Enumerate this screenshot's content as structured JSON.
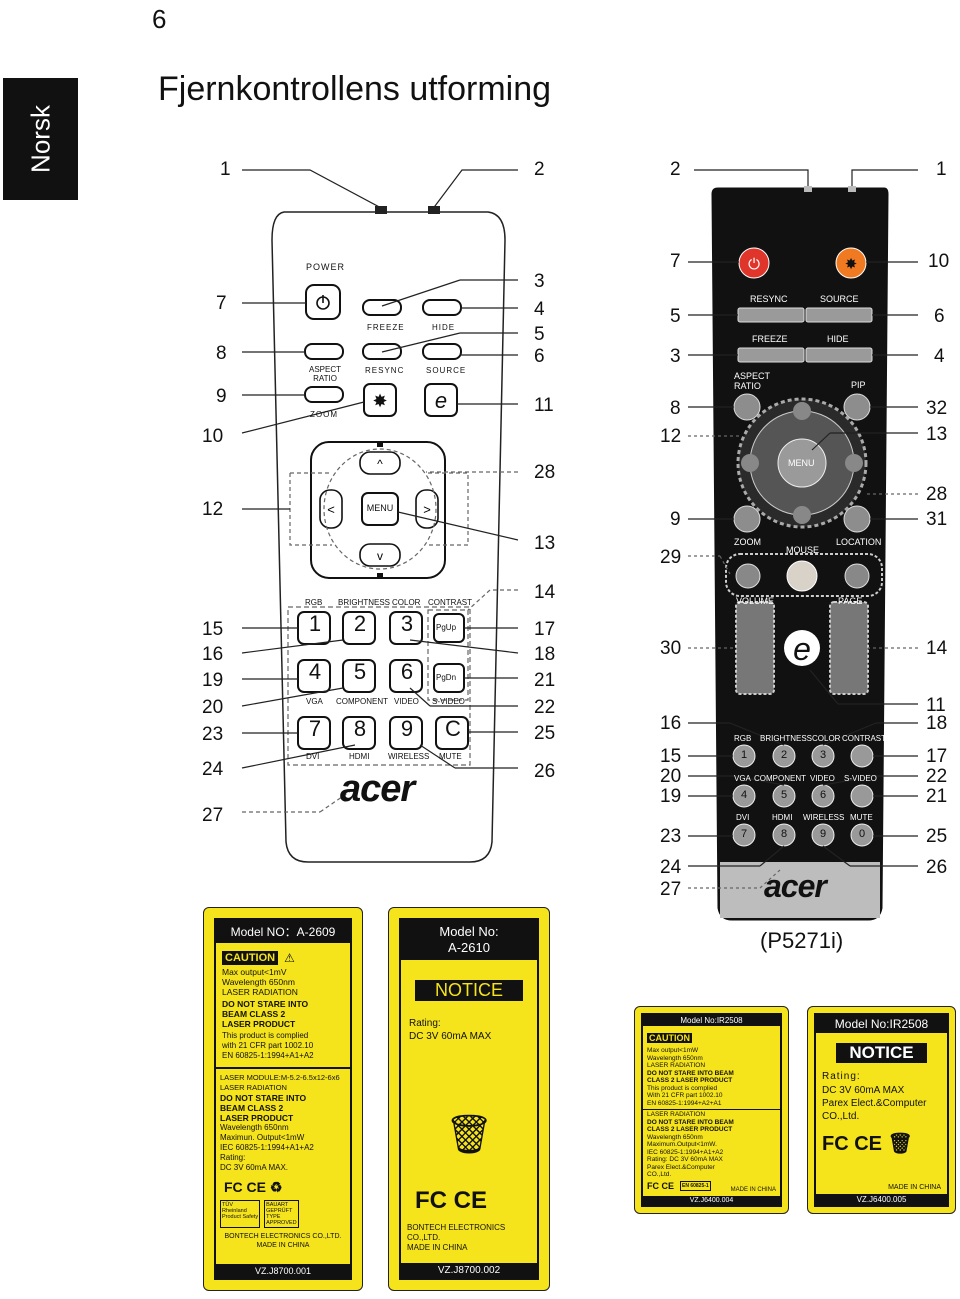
{
  "page_number": "6",
  "side_tab": "Norsk",
  "title": "Fjernkontrollens utforming",
  "left_remote": {
    "left_numbers": [
      "7",
      "8",
      "9",
      "10",
      "12",
      "15",
      "16",
      "19",
      "20",
      "23",
      "24",
      "27"
    ],
    "right_numbers": [
      "3",
      "4",
      "5",
      "6",
      "11",
      "28",
      "13",
      "14",
      "17",
      "18",
      "21",
      "22",
      "25",
      "26"
    ],
    "top_numbers": [
      "1",
      "2"
    ],
    "labels": {
      "power": "POWER",
      "freeze": "FREEZE",
      "hide": "HIDE",
      "aspect": "ASPECT\nRATIO",
      "resync": "RESYNC",
      "source": "SOURCE",
      "zoom": "ZOOM",
      "menu": "MENU",
      "rgb": "RGB",
      "brightness": "BRIGHTNESS",
      "color": "COLOR",
      "contrast": "CONTRAST",
      "vga": "VGA",
      "component": "COMPONENT",
      "video": "VIDEO",
      "svideo": "S-VIDEO",
      "dvi": "DVI",
      "hdmi": "HDMI",
      "wireless": "WIRELESS",
      "mute": "MUTE",
      "pgup": "PgUp",
      "pgdn": "PgDn",
      "logo": "acer"
    },
    "keys": [
      "1",
      "2",
      "3",
      "4",
      "5",
      "6",
      "7",
      "8",
      "9",
      "C"
    ]
  },
  "right_remote": {
    "left_numbers": [
      "7",
      "5",
      "3",
      "8",
      "12",
      "9",
      "29",
      "30",
      "16",
      "15",
      "20",
      "19",
      "23",
      "24",
      "27"
    ],
    "right_numbers": [
      "10",
      "6",
      "4",
      "32",
      "13",
      "28",
      "31",
      "14",
      "11",
      "18",
      "17",
      "22",
      "21",
      "25",
      "26"
    ],
    "top_numbers": [
      "2",
      "1"
    ],
    "labels": {
      "resync": "RESYNC",
      "source": "SOURCE",
      "freeze": "FREEZE",
      "hide": "HIDE",
      "aspect": "ASPECT\nRATIO",
      "pip": "PIP",
      "menu": "MENU",
      "zoom": "ZOOM",
      "mouse": "MOUSE",
      "location": "LOCATION",
      "volume": "VOLUME",
      "page": "PAGE",
      "rgb": "RGB",
      "brightness": "BRIGHTNESS",
      "color": "COLOR",
      "contrast": "CONTRAST",
      "vga": "VGA",
      "component": "COMPONENT",
      "video": "VIDEO",
      "svideo": "S-VIDEO",
      "dvi": "DVI",
      "hdmi": "HDMI",
      "wireless": "WIRELESS",
      "mute": "MUTE",
      "logo": "acer"
    },
    "keys": [
      "1",
      "2",
      "3",
      "4",
      "5",
      "6",
      "7",
      "8",
      "9",
      "0"
    ]
  },
  "caption": "(P5271i)",
  "label1": {
    "model": "Model NO：A-2609",
    "caution": "CAUTION",
    "text1": "Max output<1mV\nWavelength 650nm\nLASER RADIATION",
    "text2": "DO NOT STARE INTO\nBEAM CLASS 2\nLASER PRODUCT",
    "text3": "This product is complied\nwith 21 CFR part 1002.10\nEN 60825-1:1994+A1+A2",
    "text4": "LASER MODULE:M-5.2-6.5x12-6x6\nLASER RADIATION",
    "text5": "DO NOT STARE INTO\nBEAM CLASS 2\nLASER PRODUCT",
    "text6": "Wavelength 650nm\nMaximun. Output<1mW\nIEC 60825-1:1994+A1+A2\nRating:\nDC 3V 60mA MAX.",
    "cert": "BAUART\nGEPRÜFT\nTYPE\nAPPROVED",
    "tuv": "TÜV\nRheinland\nProduct Safety",
    "maker": "BONTECH ELECTRONICS CO.,LTD.\nMADE IN CHINA",
    "code": "VZ.J8700.001"
  },
  "label2": {
    "model": "Model No:\nA-2610",
    "notice": "NOTICE",
    "rating": "Rating:\nDC 3V 60mA MAX",
    "maker": "BONTECH ELECTRONICS\nCO.,LTD.\nMADE IN CHINA",
    "code": "VZ.J8700.002"
  },
  "label3": {
    "model": "Model No:IR2508",
    "caution": "CAUTION",
    "text1": "Max output<1mW\nWavelength 650nm\nLASER RADIATION",
    "text2": "DO NOT STARE INTO BEAM\nCLASS 2 LASER PRODUCT",
    "text3": "This product is complied\nWith 21 CFR part 1002.10\nEN 60825-1:1994+A2+A1",
    "text4": "LASER RADIATION",
    "text5": "DO NOT STARE INTO BEAM\nCLASS 2 LASER PRODUCT",
    "text6": "Wavelength 650nm\nMaximum.Output<1mW.\nIEC 60825-1:1994+A1+A2\nRating:      DC 3V 60mA MAX\nParex Elect.&Computer\nCO.,Ltd.",
    "en": "EN 60825-1",
    "made": "MADE IN CHINA",
    "code": "VZ.J6400.004"
  },
  "label4": {
    "model": "Model No:IR2508",
    "notice": "NOTICE",
    "rating": "Rating:",
    "text": "DC 3V 60mA MAX\nParex Elect.&Computer\nCO.,Ltd.",
    "made": "MADE IN CHINA",
    "code": "VZ.J6400.005"
  }
}
